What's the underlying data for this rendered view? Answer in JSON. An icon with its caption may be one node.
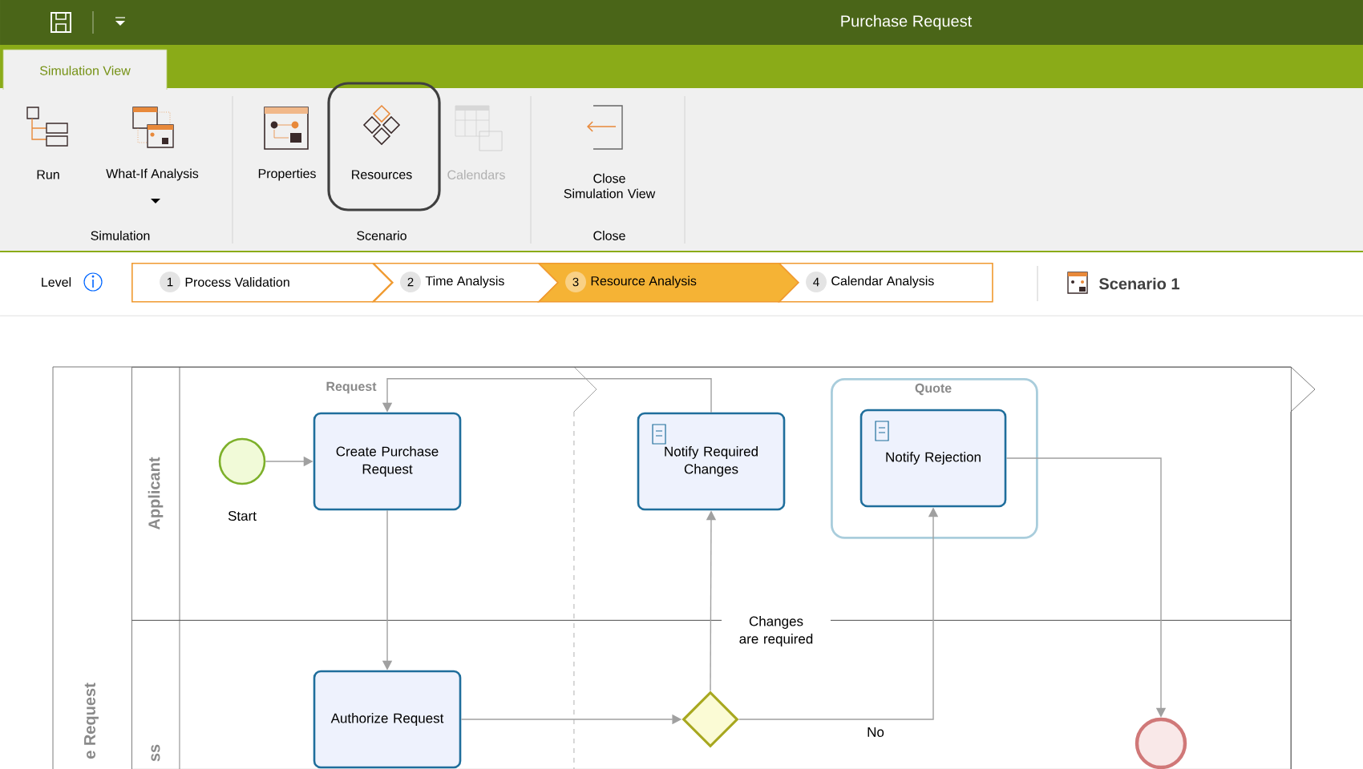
{
  "diagram": {
    "title": "Purchase Request",
    "nodes": [
      {
        "text": [
          "e Request"
        ]
      },
      {
        "text": [
          "Applicant"
        ],
        "in": 0
      },
      {
        "text": [
          "ss"
        ],
        "in": 0
      },
      {
        "text": [],
        "shape": "circle",
        "beside": [
          "Start"
        ],
        "in": 1
      },
      {
        "text": [
          "Create Purchase Request"
        ],
        "in": 1
      },
      {
        "text": [
          "Notify Required Changes"
        ],
        "in": 1
      },
      {
        "text": [
          "Quote"
        ],
        "in": 1
      },
      {
        "text": [
          "Notify Rejection"
        ],
        "in": 6
      },
      {
        "text": [
          "Authorize Request"
        ],
        "in": 2
      },
      {
        "text": [],
        "shape": "diamond",
        "in": 2
      },
      {
        "text": [],
        "shape": "circle",
        "in": 2
      }
    ],
    "edges": [
      {
        "from": 3,
        "to": 4,
        "arrow": "to"
      },
      {
        "from": 4,
        "to": 8,
        "arrow": "to"
      },
      {
        "from": 8,
        "to": 9,
        "arrow": "to"
      },
      {
        "from": 9,
        "to": 5,
        "arrow": "to",
        "label": "Changes are required"
      },
      {
        "from": 9,
        "to": 7,
        "arrow": "to",
        "label": "No"
      },
      {
        "from": 5,
        "to": 4,
        "arrow": "to"
      },
      {
        "from": 7,
        "to": 10,
        "arrow": "to"
      }
    ],
    "labels": [
      "Simulation View",
      "Run",
      "What-If Analysis",
      "Properties",
      "Resources",
      "Calendars",
      "Close Simulation View",
      "Simulation",
      "Scenario",
      "Close",
      "Level",
      "1",
      "Process Validation",
      "2",
      "Time Analysis",
      "3",
      "Resource Analysis",
      "4",
      "Calendar Analysis",
      "Scenario 1",
      "Request"
    ]
  }
}
